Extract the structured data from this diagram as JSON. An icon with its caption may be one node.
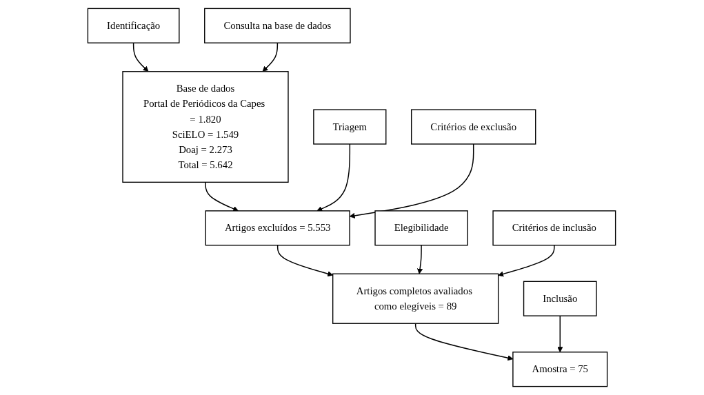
{
  "diagram": {
    "nodes": [
      {
        "text": [
          "Identificação"
        ]
      },
      {
        "text": [
          "Base de dados",
          "Portal de Periódicos da Capes = 1.820",
          "SciELO = 1.549",
          "Doaj = 2.273",
          "Total = 5.642"
        ]
      },
      {
        "text": [
          "Consulta na base de dados"
        ]
      },
      {
        "text": [
          "Triagem"
        ]
      },
      {
        "text": [
          "Artigos excluídos = 5.553"
        ]
      },
      {
        "text": [
          "Critérios de exclusão"
        ]
      },
      {
        "text": [
          "Elegibilidade"
        ]
      },
      {
        "text": [
          "Artigos completos avaliados como elegíveis = 89"
        ]
      },
      {
        "text": [
          "Critérios de inclusão"
        ]
      },
      {
        "text": [
          "Inclusão"
        ]
      },
      {
        "text": [
          "Amostra = 75"
        ]
      }
    ],
    "edges": [
      {
        "from": 0,
        "to": 1,
        "arrow": "to"
      },
      {
        "from": 2,
        "to": 1,
        "arrow": "to"
      },
      {
        "from": 1,
        "to": 4,
        "arrow": "to"
      },
      {
        "from": 3,
        "to": 4,
        "arrow": "to"
      },
      {
        "from": 5,
        "to": 4,
        "arrow": "to"
      },
      {
        "from": 4,
        "to": 7,
        "arrow": "to"
      },
      {
        "from": 6,
        "to": 7,
        "arrow": "to"
      },
      {
        "from": 8,
        "to": 7,
        "arrow": "to"
      },
      {
        "from": 7,
        "to": 10,
        "arrow": "to"
      },
      {
        "from": 9,
        "to": 10,
        "arrow": "to"
      }
    ]
  }
}
